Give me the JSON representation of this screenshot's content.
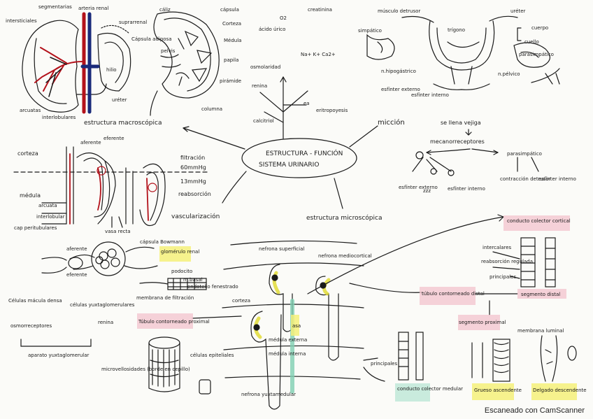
{
  "center": {
    "line1": "ESTRUCTURA - FUNCIÓN",
    "line2": "SISTEMA URINARIO"
  },
  "branches": {
    "macro": "estructura macroscópica",
    "micro": "estructura microscópica",
    "miccion": "micción",
    "vasc": "vascularización"
  },
  "kidney": {
    "intersticiales": "intersticiales",
    "segmentarias": "segmentarias",
    "renal": "arteria renal",
    "suprarrenal": "suprarrenal",
    "grasa": "Cápsula adiposa",
    "hilio": "hilio",
    "arcuatas": "arcuatas",
    "interlobulares": "interlobulares",
    "ureter": "uréter"
  },
  "section": {
    "caliz": "cáliz",
    "capsula": "cápsula",
    "corteza": "Corteza",
    "medula": "Médula",
    "papila": "papila",
    "piramide": "pirámide",
    "columna": "columna",
    "pelvis": "pelvis"
  },
  "functions": {
    "acido": "ácido úrico",
    "creatinina": "creatinina",
    "osmo": "osmolaridad",
    "ions": "Na+ K+ Ca2+",
    "renina": "renina",
    "calcitriol": "calcitriol",
    "eritro": "eritropoyesis",
    "ea": "ea",
    "o2": "O2"
  },
  "bladder": {
    "musculo": "músculo detrusor",
    "ureter": "uréter",
    "trigono": "trígono",
    "cuerpo": "cuerpo",
    "cuello": "cuello",
    "simpatico": "simpático",
    "parasimpatico": "parasimpático",
    "hipogastrico": "n.hipogástrico",
    "pelvico": "n.pélvico",
    "esf_ext": "esfínter externo",
    "esf_int": "esfínter interno"
  },
  "miccion": {
    "llena": "se llena vejiga",
    "mecano": "mecanorreceptores",
    "parasimp": "parasimpático",
    "contraccion": "contracción detrusor",
    "esfinter_int": "esfínter interno",
    "esfinter_ext": "esfínter externo",
    "esfinter_int2": "esfínter interno",
    "zzz": "zzz"
  },
  "vasc": {
    "corteza": "corteza",
    "medula": "médula",
    "aferente": "aferente",
    "eferente": "eferente",
    "filtracion": "filtración",
    "mmhg1": "60mmHg",
    "mmhg2": "13mmHg",
    "reabsorcion": "reabsorción",
    "arcuata": "arcuata",
    "interlobular": "interlobular",
    "peritub": "cap peritubulares",
    "vasa": "vasa recta"
  },
  "micro": {
    "capsula_b": "cápsula Bowmann",
    "glomerulo": "glomérulo renal",
    "aferente": "aferente",
    "eferente": "eferente",
    "celulas_mac": "Células mácula densa",
    "osmorrec": "osmorreceptores",
    "celulas_yux": "células yuxtaglomerulares",
    "renina": "renina",
    "aparato": "aparato yuxtaglomerular",
    "podocito": "podocito",
    "mbasal": "m.basal",
    "endotelio": "endotelio fenestrado",
    "membrana": "membrana de filtración",
    "tubulo_prox": "Túbulo contorneado proximal",
    "microvell": "microvellosidades (borde en cepillo)",
    "uniones": "células epiteliales",
    "nefrona_sup": "nefrona superficial",
    "nefrona_med": "nefrona mediocortical",
    "nefrona_yux": "nefrona yuxtamedular",
    "corteza": "corteza",
    "medula_ext": "médula externa",
    "medula_int": "médula interna",
    "asa": "asa",
    "tubulo_dist": "túbulo contorneado distal",
    "segm_dist": "segmento distal",
    "segm_prox": "segmento proximal",
    "conducto_cortical": "conducto colector cortical",
    "intercaladas": "intercalares",
    "reabsorcion": "reabsorción regulada",
    "principales": "principales",
    "conducto_med": "conducto colector medular",
    "principales2": "principales",
    "grueso": "Grueso ascendente",
    "delgado": "Delgado descendente",
    "membrana_lum": "membrana luminal"
  },
  "footer": "Escaneado con CamScanner",
  "colors": {
    "ink": "#1a1a1a",
    "artery": "#b3121b",
    "vein": "#1a2a7a",
    "yellow": "#f5f07a",
    "pink": "#f4c7cf",
    "green": "#bfe8d8"
  }
}
